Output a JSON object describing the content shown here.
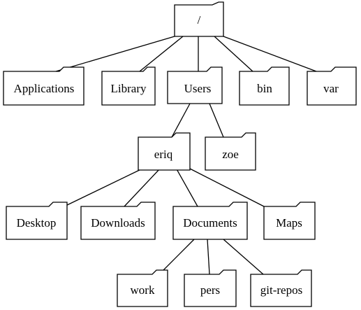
{
  "diagram": {
    "root": {
      "label": "/"
    },
    "level1": {
      "applications": {
        "label": "Applications"
      },
      "library": {
        "label": "Library"
      },
      "users": {
        "label": "Users"
      },
      "bin": {
        "label": "bin"
      },
      "var": {
        "label": "var"
      }
    },
    "users_children": {
      "eriq": {
        "label": "eriq"
      },
      "zoe": {
        "label": "zoe"
      }
    },
    "eriq_children": {
      "desktop": {
        "label": "Desktop"
      },
      "downloads": {
        "label": "Downloads"
      },
      "documents": {
        "label": "Documents"
      },
      "maps": {
        "label": "Maps"
      }
    },
    "documents_children": {
      "work": {
        "label": "work"
      },
      "pers": {
        "label": "pers"
      },
      "git_repos": {
        "label": "git-repos"
      }
    }
  }
}
